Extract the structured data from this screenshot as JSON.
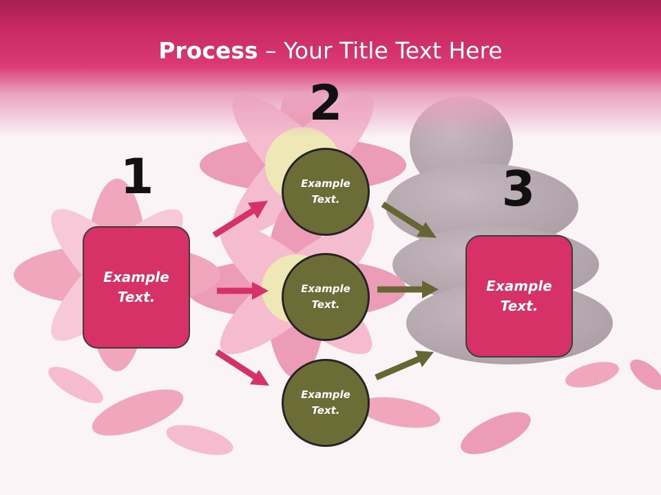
{
  "title": {
    "strong": "Process",
    "rest": " – Your Title Text Here"
  },
  "step_numbers": [
    "1",
    "2",
    "3"
  ],
  "left_box": {
    "text": "Example Text."
  },
  "right_box": {
    "text": "Example Text."
  },
  "circles": [
    {
      "text": "Example Text."
    },
    {
      "text": "Example Text."
    },
    {
      "text": "Example Text."
    }
  ],
  "colors": {
    "title_band": "#db3a74",
    "box_fill": "#d73267",
    "circle_fill": "#6b6c36",
    "arrow_pink": "#d73267",
    "arrow_olive": "#666633"
  }
}
